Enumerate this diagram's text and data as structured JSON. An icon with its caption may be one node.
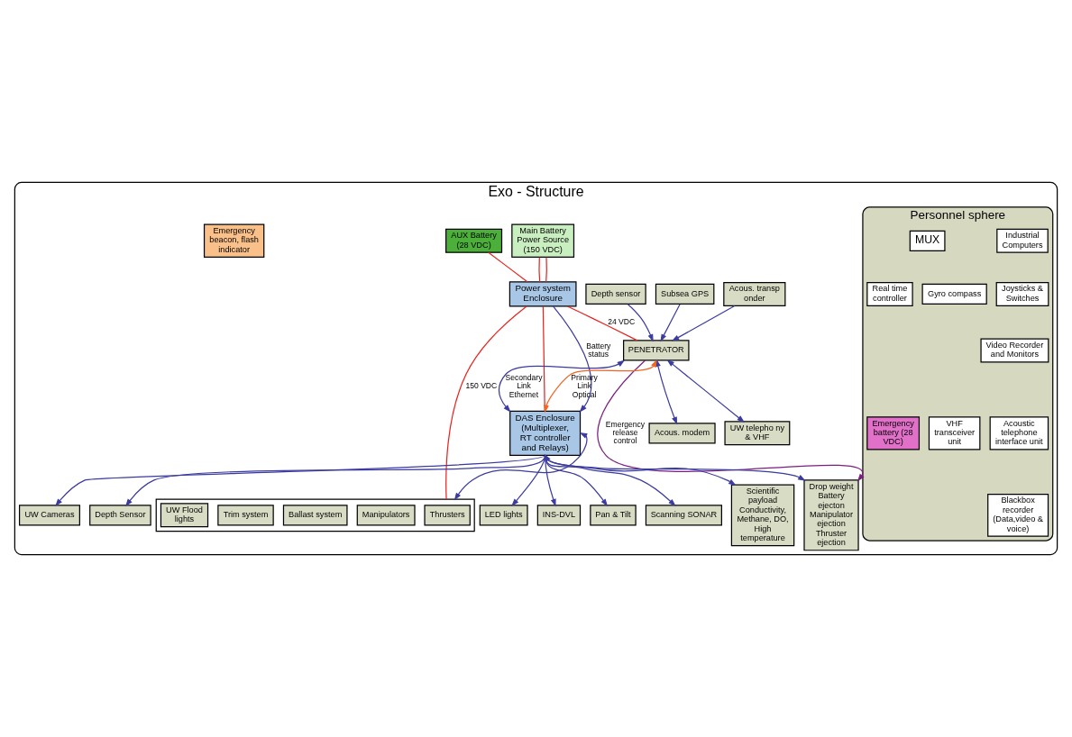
{
  "diagram": {
    "nodes": [
      {
        "text": [
          "Exo - Structure"
        ]
      },
      {
        "text": [
          "Personnel sphere"
        ],
        "in": 0
      },
      {
        "text": [
          "Industrial Computers"
        ],
        "in": 1
      },
      {
        "text": [
          "MUX"
        ],
        "in": 1
      },
      {
        "text": [
          "Gyro compass"
        ],
        "in": 1
      },
      {
        "text": [
          "Joysticks & Switches"
        ],
        "in": 1
      },
      {
        "text": [
          "Real time controller"
        ],
        "in": 1
      },
      {
        "text": [
          "Video Recorder and Monitors"
        ],
        "in": 1
      },
      {
        "text": [
          "Acoustic telephone interface unit"
        ],
        "in": 1
      },
      {
        "text": [
          "VHF transceiver unit"
        ],
        "in": 1
      },
      {
        "text": [
          "Emergency battery (28 VDC)"
        ],
        "in": 1
      },
      {
        "text": [
          "Blackbox recorder",
          "(Data,video & voice)"
        ],
        "in": 1
      },
      {
        "text": [
          "PENETRATOR"
        ],
        "in": 0
      },
      {
        "text": [
          "Acous. modem"
        ],
        "in": 0
      },
      {
        "text": [
          "UW telepho ny & VHF"
        ],
        "in": 0
      },
      {
        "text": [
          "Subsea GPS"
        ],
        "in": 0
      },
      {
        "text": [
          "Depth sensor"
        ],
        "in": 0
      },
      {
        "text": [
          "Acous. transp onder"
        ],
        "in": 0
      },
      {
        "text": [
          "AUX Battery (28 VDC)"
        ],
        "in": 0
      },
      {
        "text": [
          "Main Battery Power Source (150 VDC)"
        ],
        "in": 0
      },
      {
        "text": [
          "Power system Enclosure"
        ],
        "in": 0
      },
      {
        "text": [],
        "shape": "box",
        "in": 0
      },
      {
        "text": [
          "Thrusters"
        ],
        "in": 21
      },
      {
        "text": [
          "Manipulators"
        ],
        "in": 21
      },
      {
        "text": [
          "Ballast system"
        ],
        "in": 21
      },
      {
        "text": [
          "Trim system"
        ],
        "in": 21
      },
      {
        "text": [
          "UW Flood lights"
        ],
        "in": 21
      },
      {
        "text": [
          "DAS Enclosure (Multiplexer, RT controller and Relays)"
        ],
        "in": 0
      },
      {
        "text": [
          "Emergency beacon, flash indicator"
        ],
        "in": 0
      },
      {
        "text": [
          "Drop weight",
          "Battery ejecton Manipulator ejection Thruster ejection"
        ],
        "in": 0
      },
      {
        "text": [
          "UW Cameras"
        ],
        "in": 0
      },
      {
        "text": [
          "LED lights"
        ],
        "in": 0
      },
      {
        "text": [
          "Pan & Tilt"
        ],
        "in": 0
      },
      {
        "text": [
          "Scanning SONAR"
        ],
        "in": 0
      },
      {
        "text": [
          "Scientific payload",
          "Conductivity, Methane, DO, High temperature"
        ],
        "in": 0
      },
      {
        "text": [
          "Depth Sensor"
        ],
        "in": 0
      },
      {
        "text": [
          "INS-DVL"
        ],
        "in": 0
      }
    ],
    "edges": [
      {
        "from": 12,
        "to": 13,
        "arrow": "both"
      },
      {
        "from": 12,
        "to": 14,
        "arrow": "both"
      },
      {
        "from": 15,
        "to": 12,
        "arrow": "to"
      },
      {
        "from": 16,
        "to": 12,
        "arrow": "to"
      },
      {
        "from": 17,
        "to": 12,
        "arrow": "to"
      },
      {
        "from": 18,
        "to": 20,
        "arrow": "none",
        "color": "#e8231f"
      },
      {
        "from": 19,
        "to": 20,
        "arrow": "none",
        "color": "#e8231f"
      },
      {
        "from": 19,
        "to": 20,
        "arrow": "none",
        "color": "#e8231f"
      },
      {
        "from": 20,
        "to": 12,
        "arrow": "none",
        "label": "24 VDC",
        "color": "#e8231f"
      },
      {
        "from": 20,
        "to": 27,
        "arrow": "none",
        "color": "#e8231f"
      },
      {
        "from": 27,
        "to": 12,
        "arrow": "both",
        "label": "Secondary Link Ethernet"
      },
      {
        "from": 27,
        "to": 12,
        "arrow": "both",
        "label": "Primary Link Optical",
        "color": "#f26522"
      },
      {
        "from": 20,
        "to": 27,
        "arrow": "to",
        "label": "Battery status"
      },
      {
        "from": 20,
        "to": 21,
        "arrow": "none",
        "label": "150 VDC",
        "color": "#e8231f"
      },
      {
        "from": 27,
        "to": 21,
        "arrow": "both"
      },
      {
        "from": 12,
        "to": 29,
        "arrow": "to",
        "label": "Emergency release control",
        "color": "#7b1f7f"
      },
      {
        "from": 27,
        "to": 29,
        "arrow": "both"
      },
      {
        "from": 27,
        "to": 30,
        "arrow": "to"
      },
      {
        "from": 27,
        "to": 31,
        "arrow": "to"
      },
      {
        "from": 27,
        "to": 32,
        "arrow": "to"
      },
      {
        "from": 27,
        "to": 33,
        "arrow": "to"
      },
      {
        "from": 27,
        "to": 34,
        "arrow": "to"
      },
      {
        "from": 27,
        "to": 35,
        "arrow": "to"
      },
      {
        "from": 27,
        "to": 36,
        "arrow": "to"
      }
    ]
  }
}
